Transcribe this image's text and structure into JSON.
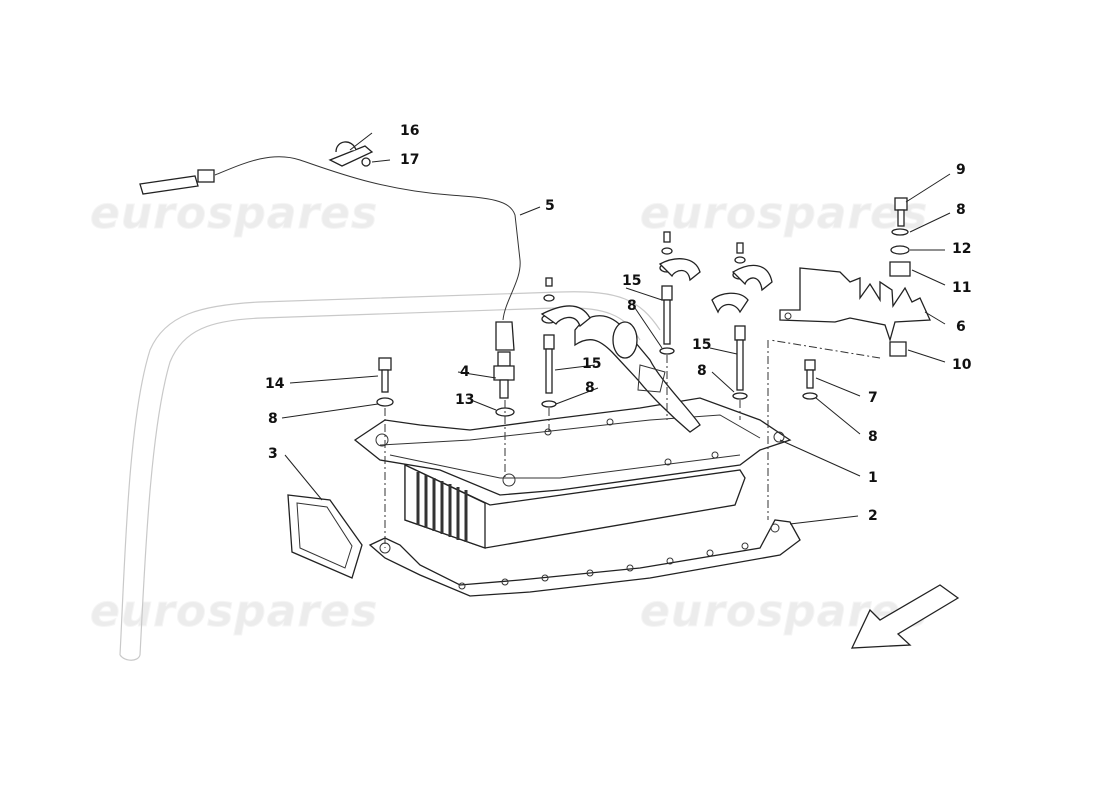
{
  "watermark": {
    "text": "eurospares"
  },
  "callouts": {
    "c1": "1",
    "c2": "2",
    "c3": "3",
    "c4": "4",
    "c5": "5",
    "c6": "6",
    "c7": "7",
    "c8a": "8",
    "c8b": "8",
    "c8c": "8",
    "c8d": "8",
    "c8e": "8",
    "c8f": "8",
    "c9": "9",
    "c10": "10",
    "c11": "11",
    "c12": "12",
    "c13": "13",
    "c14": "14",
    "c15a": "15",
    "c15b": "15",
    "c15c": "15",
    "c16": "16",
    "c17": "17"
  },
  "colors": {
    "line": "#222222",
    "watermark": "#ececec",
    "ghost": "#c9c9c9"
  }
}
